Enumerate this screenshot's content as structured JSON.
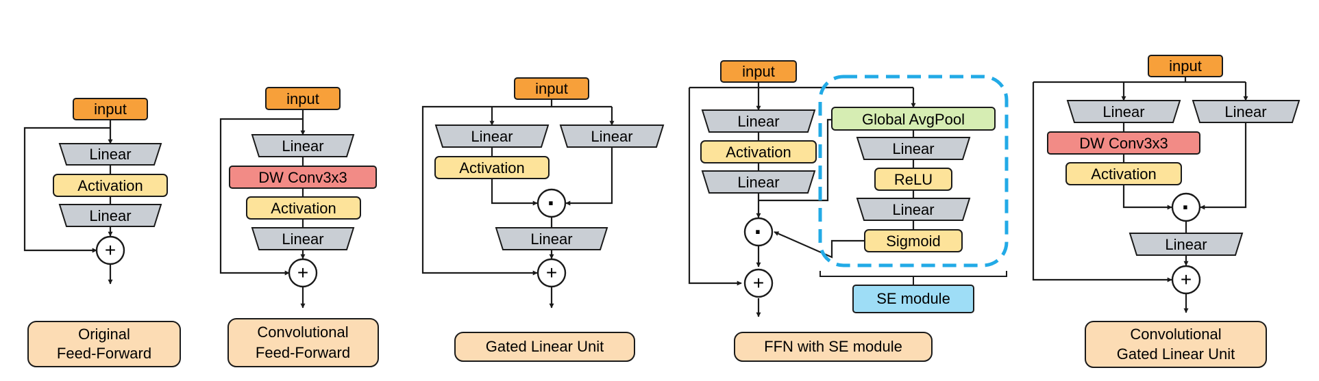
{
  "colors": {
    "input": "#F7A03A",
    "linear": "#C9CED4",
    "activation": "#FDE39A",
    "dwconv": "#F28B86",
    "relu": "#FDE39A",
    "sigmoid": "#FDE39A",
    "avgpool": "#D6EDB3",
    "caption": "#FCDCB4",
    "se_label": "#9EDDF6",
    "se_border": "#22AAE6",
    "stroke": "#1A1A1A"
  },
  "symbols": {
    "add": "+",
    "multiply": "·"
  },
  "diagrams": {
    "original_ffn": {
      "input": "input",
      "linear_1": "Linear",
      "activation": "Activation",
      "linear_2": "Linear",
      "caption_line1": "Original",
      "caption_line2": "Feed-Forward"
    },
    "conv_ffn": {
      "input": "input",
      "linear_1": "Linear",
      "dwconv": "DW Conv3x3",
      "activation": "Activation",
      "linear_2": "Linear",
      "caption_line1": "Convolutional",
      "caption_line2": "Feed-Forward"
    },
    "glu": {
      "input": "input",
      "linear_left": "Linear",
      "activation": "Activation",
      "linear_right": "Linear",
      "linear_out": "Linear",
      "caption": "Gated Linear Unit"
    },
    "ffn_se": {
      "input": "input",
      "linear_1": "Linear",
      "activation": "Activation",
      "linear_2": "Linear",
      "se_avgpool": "Global AvgPool",
      "se_linear_1": "Linear",
      "se_relu": "ReLU",
      "se_linear_2": "Linear",
      "se_sigmoid": "Sigmoid",
      "se_label": "SE module",
      "caption": "FFN with SE module"
    },
    "conv_glu": {
      "input": "input",
      "linear_left": "Linear",
      "dwconv": "DW Conv3x3",
      "activation": "Activation",
      "linear_right": "Linear",
      "linear_out": "Linear",
      "caption_line1": "Convolutional",
      "caption_line2": "Gated Linear Unit"
    }
  }
}
